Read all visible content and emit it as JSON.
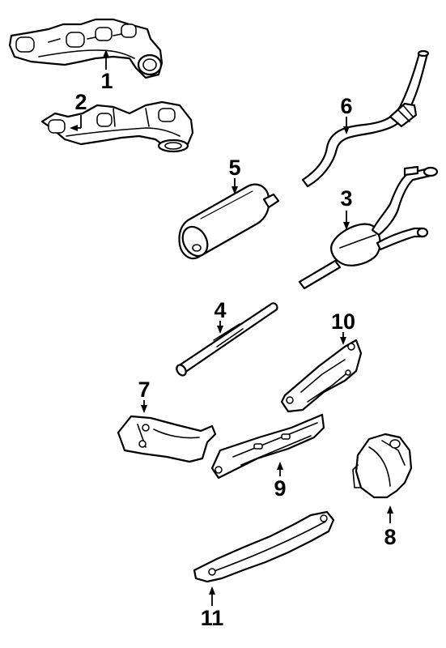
{
  "diagram": {
    "callouts": [
      "1",
      "2",
      "3",
      "4",
      "5",
      "6",
      "7",
      "8",
      "9",
      "10",
      "11"
    ]
  }
}
